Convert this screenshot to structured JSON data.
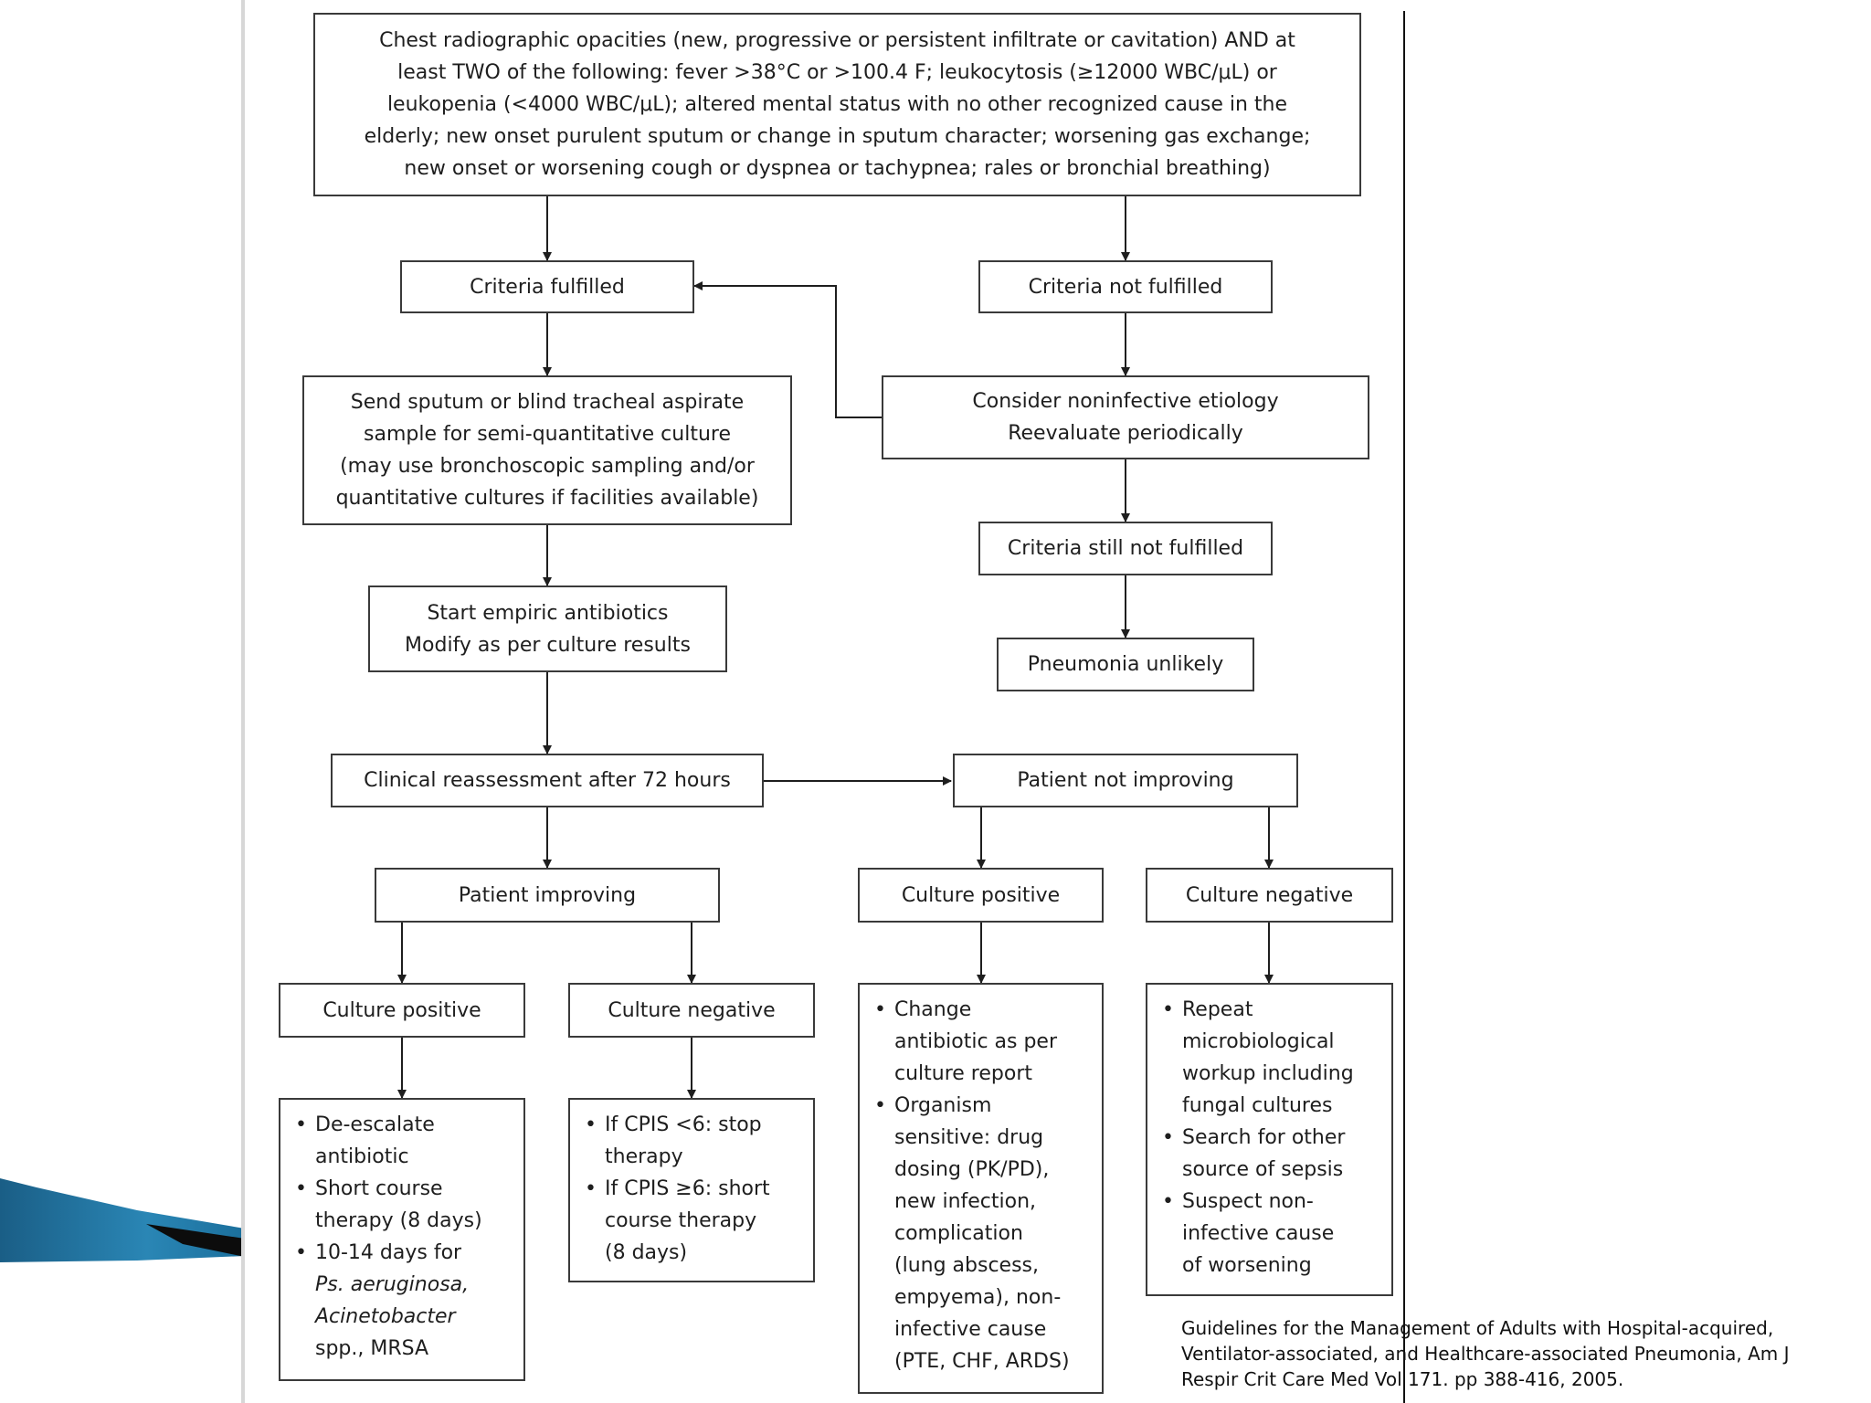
{
  "boxes": {
    "top": {
      "lines": [
        "Chest radiographic opacities (new, progressive or persistent infiltrate or cavitation) AND at",
        "least TWO of the following: fever >38°C or >100.4 F; leukocytosis (≥12000 WBC/μL) or",
        "leukopenia (<4000 WBC/μL); altered mental status with no other recognized cause in the",
        "elderly; new onset purulent sputum or change in sputum character; worsening gas exchange;",
        "new onset or worsening cough or dyspnea or tachypnea; rales or bronchial breathing)"
      ]
    },
    "criteria_fulfilled": {
      "lines": [
        "Criteria fulfilled"
      ]
    },
    "criteria_not_fulfilled": {
      "lines": [
        "Criteria not fulfilled"
      ]
    },
    "send_sputum": {
      "lines": [
        "Send sputum or blind tracheal aspirate",
        "sample for semi-quantitative culture",
        "(may use bronchoscopic sampling and/or",
        "quantitative cultures if facilities available)"
      ]
    },
    "consider_noninfective": {
      "lines": [
        "Consider noninfective etiology",
        "Reevaluate periodically"
      ]
    },
    "criteria_still_not": {
      "lines": [
        "Criteria still not fulfilled"
      ]
    },
    "pneumonia_unlikely": {
      "lines": [
        "Pneumonia unlikely"
      ]
    },
    "start_empiric": {
      "lines": [
        "Start empiric antibiotics",
        "Modify as per culture results"
      ]
    },
    "reassessment": {
      "lines": [
        "Clinical reassessment after 72 hours"
      ]
    },
    "not_improving": {
      "lines": [
        "Patient not improving"
      ]
    },
    "improving": {
      "lines": [
        "Patient improving"
      ]
    },
    "ni_culture_pos": {
      "lines": [
        "Culture positive"
      ]
    },
    "ni_culture_neg": {
      "lines": [
        "Culture negative"
      ]
    },
    "i_culture_pos": {
      "lines": [
        "Culture positive"
      ]
    },
    "i_culture_neg": {
      "lines": [
        "Culture negative"
      ]
    },
    "i_pos_actions": {
      "items": [
        [
          "De-escalate",
          "antibiotic"
        ],
        [
          "Short course",
          "therapy (8 days)"
        ],
        [
          "10-14 days for",
          "Ps. aeruginosa,",
          "Acinetobacter",
          "spp., MRSA"
        ]
      ]
    },
    "i_neg_actions": {
      "items": [
        [
          "If CPIS <6: stop",
          "therapy"
        ],
        [
          "If CPIS ≥6: short",
          "course therapy",
          "(8 days)"
        ]
      ]
    },
    "ni_pos_actions": {
      "items": [
        [
          "Change",
          "antibiotic as per",
          "culture report"
        ],
        [
          "Organism",
          "sensitive: drug",
          "dosing (PK/PD),",
          "new infection,",
          "complication",
          "(lung abscess,",
          "empyema), non-",
          "infective cause",
          "(PTE, CHF, ARDS)"
        ]
      ]
    },
    "ni_neg_actions": {
      "items": [
        [
          "Repeat",
          "microbiological",
          "workup including",
          "fungal cultures"
        ],
        [
          "Search for other",
          "source of sepsis"
        ],
        [
          "Suspect non-",
          "infective cause",
          "of worsening"
        ]
      ]
    }
  },
  "citation": {
    "lines": [
      "Guidelines for the Management of Adults with Hospital-acquired,",
      "Ventilator-associated, and Healthcare-associated Pneumonia, Am J",
      "Respir Crit Care Med Vol 171. pp 388-416, 2005."
    ]
  },
  "colors": {
    "box_border": "#3a3a3a",
    "text": "#1e1e1e",
    "figure_background": "#ffffff",
    "slide_accent": "#1f6c93",
    "divider": "#111111"
  }
}
